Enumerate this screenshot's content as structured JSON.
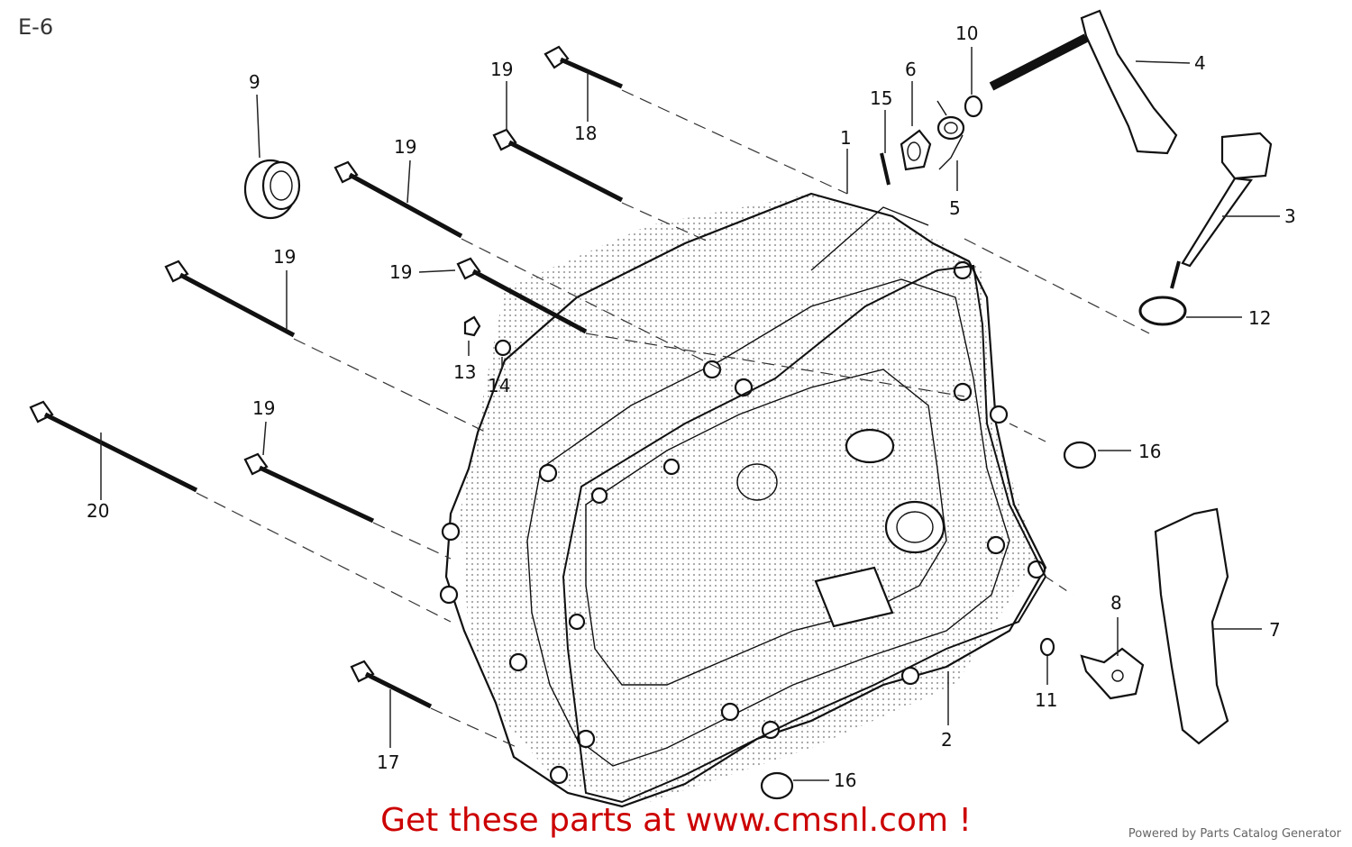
{
  "diagram": {
    "code": "E-6",
    "callouts": [
      "1",
      "2",
      "3",
      "4",
      "5",
      "6",
      "7",
      "8",
      "9",
      "10",
      "11",
      "12",
      "13",
      "14",
      "15",
      "16",
      "16",
      "17",
      "18",
      "19",
      "19",
      "19",
      "19",
      "19",
      "20"
    ]
  },
  "footer": {
    "promo": "Get these parts at www.cmsnl.com !",
    "powered_by": "Powered by Parts Catalog Generator"
  },
  "colors": {
    "promo": "#cc0000",
    "ink": "#111111"
  }
}
